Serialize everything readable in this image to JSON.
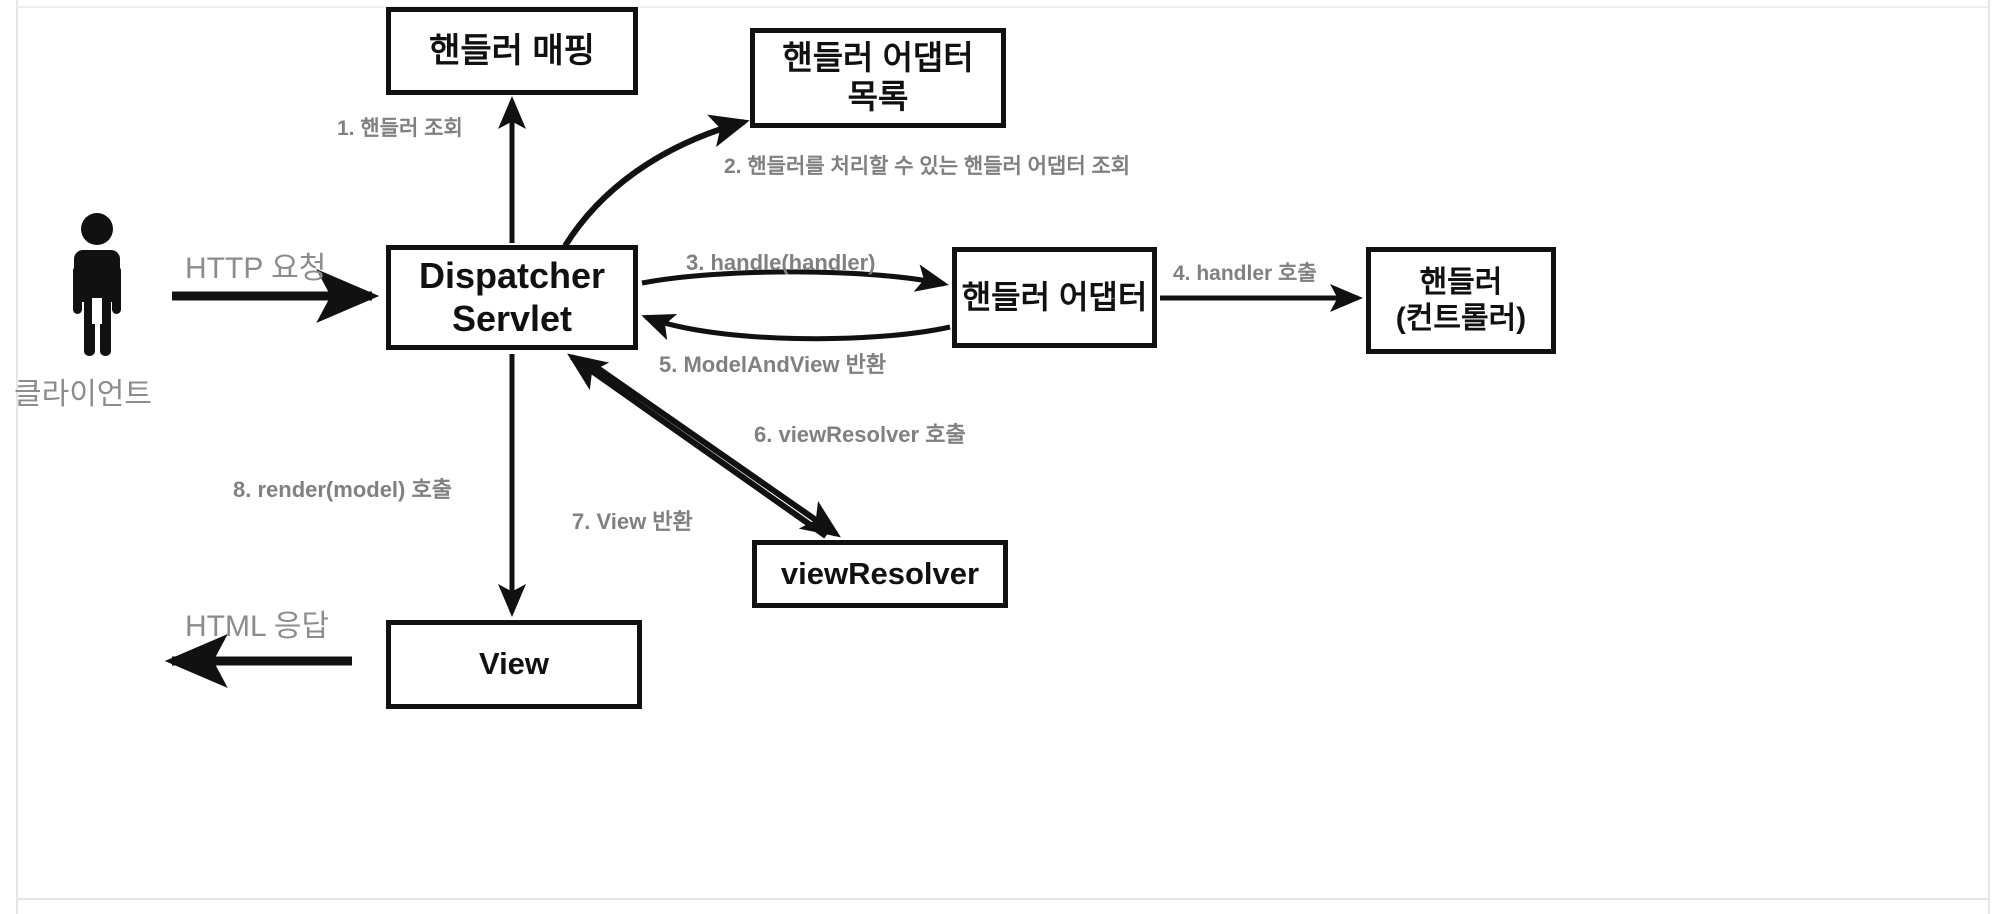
{
  "diagram": {
    "title": "Spring MVC DispatcherServlet request flow",
    "nodes": {
      "handler_mapping": "핸들러 매핑",
      "adapter_list": "핸들러 어댑터\n목록",
      "dispatcher_servlet": "Dispatcher\nServlet",
      "handler_adapter": "핸들러 어댑터",
      "controller": "핸들러\n(컨트롤러)",
      "view_resolver": "viewResolver",
      "view": "View"
    },
    "actor": {
      "label": "클라이언트",
      "icon": "person-icon"
    },
    "flows": {
      "http_request": "HTTP 요청",
      "http_response": "HTML 응답",
      "step1": "1. 핸들러 조회",
      "step2": "2. 핸들러를 처리할 수 있는 핸들러 어댑터 조회",
      "step3": "3. handle(handler)",
      "step4": "4. handler 호출",
      "step5": "5. ModelAndView 반환",
      "step6": "6. viewResolver 호출",
      "step7": "7. View 반환",
      "step8": "8. render(model) 호출"
    },
    "colors": {
      "stroke": "#111111",
      "box_fill": "#ffffff",
      "label_text": "#808080",
      "light_label_text": "#8c8c8c",
      "background": "#ffffff",
      "frame": "#e6e6e6"
    }
  }
}
